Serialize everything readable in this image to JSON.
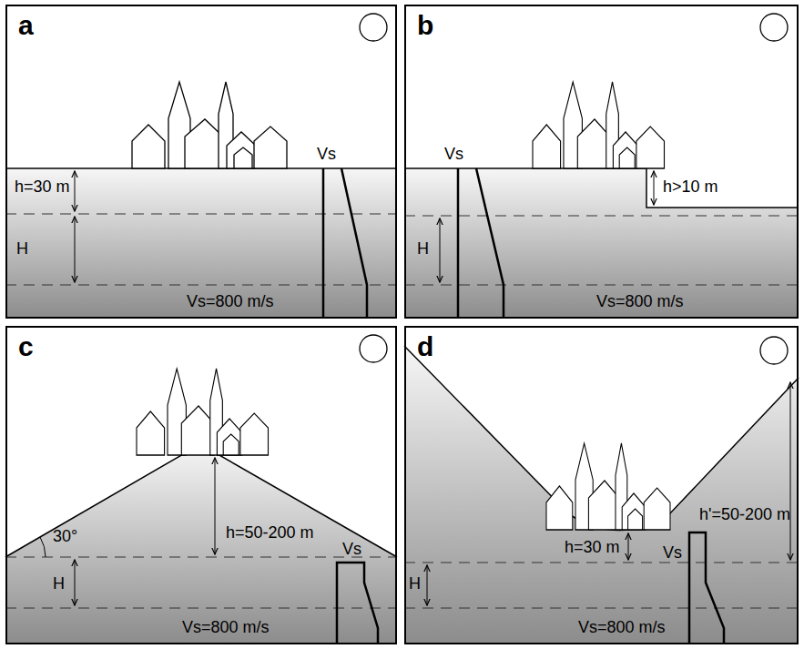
{
  "diagram": {
    "nodes": [
      {
        "text": [
          "a"
        ]
      },
      {
        "text": [
          "b"
        ]
      },
      {
        "text": [
          "c"
        ]
      },
      {
        "text": [
          "d"
        ]
      }
    ],
    "labels": [
      "h=30 m",
      "H",
      "Vs",
      "Vs=800 m/s",
      "Vs",
      "h>10 m",
      "H",
      "Vs=800 m/s",
      "30°",
      "h=50-200 m",
      "H",
      "Vs",
      "Vs=800 m/s",
      "h'=50-200 m",
      "Vs",
      "h=30 m",
      "H",
      "Vs=800 m/s"
    ]
  }
}
